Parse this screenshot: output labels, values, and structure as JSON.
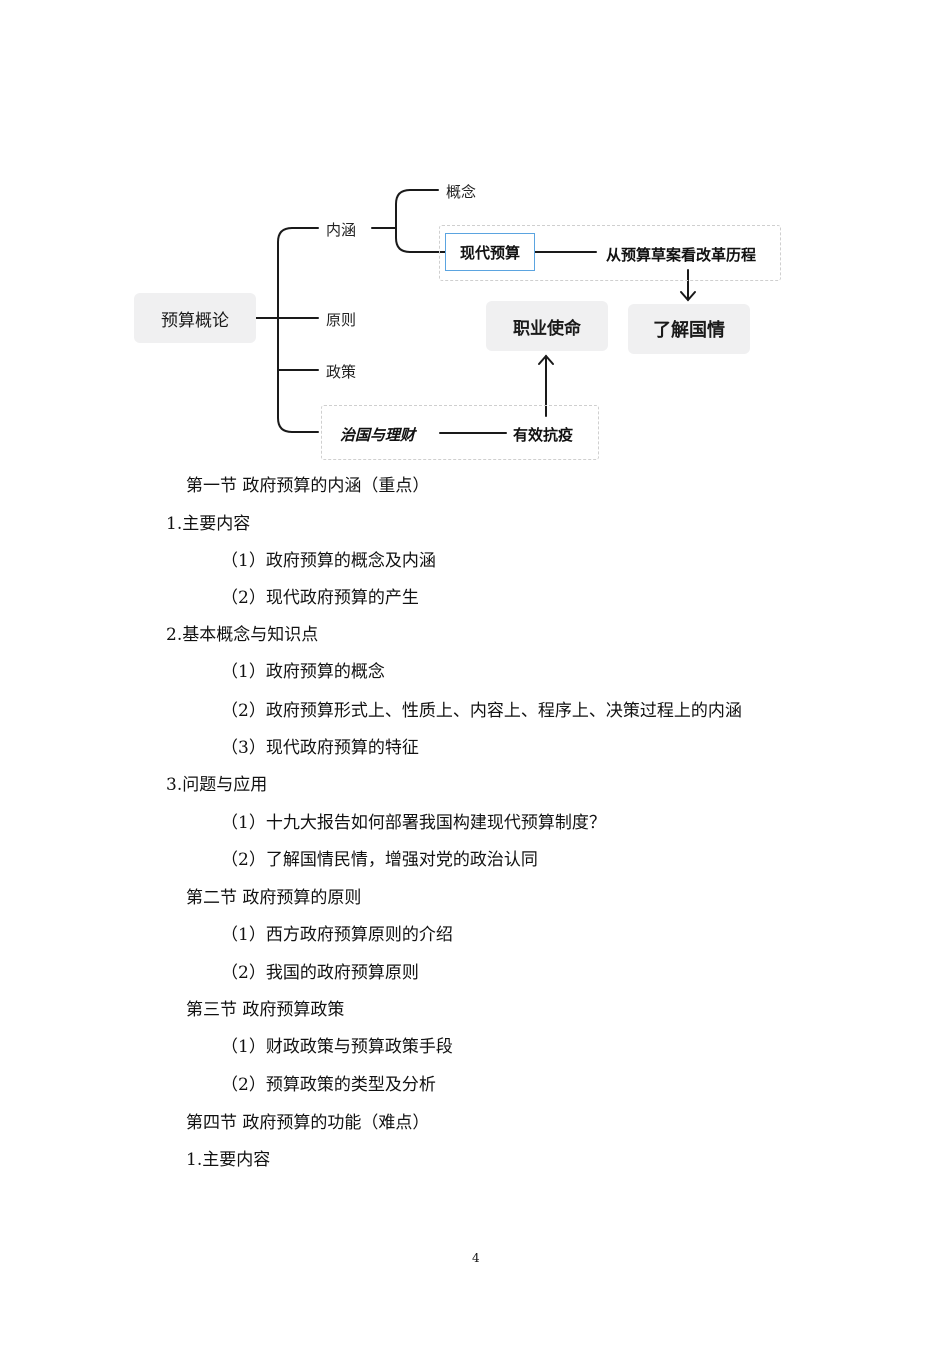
{
  "diagram": {
    "root": "预算概论",
    "branch_neihan": "内涵",
    "branch_yuanze": "原则",
    "branch_zhengce": "政策",
    "branch_zhiguo": "治国与理财",
    "gainian": "概念",
    "modern_budget": "现代预算",
    "reform_history": "从预算草案看改革历程",
    "know_country": "了解国情",
    "mission": "职业使命",
    "epidemic": "有效抗疫"
  },
  "content": {
    "lines": [
      "第一节  政府预算的内涵（重点）",
      "1.主要内容",
      "（1）政府预算的概念及内涵",
      "（2）现代政府预算的产生",
      "2.基本概念与知识点",
      "（1）政府预算的概念",
      "（2）政府预算形式上、性质上、内容上、程序上、决策过程上的内涵",
      "（3）现代政府预算的特征",
      "3.问题与应用",
      "（1）十九大报告如何部署我国构建现代预算制度？",
      "（2）了解国情民情，增强对党的政治认同",
      "第二节  政府预算的原则",
      "（1）西方政府预算原则的介绍",
      "（2）我国的政府预算原则",
      "第三节  政府预算政策",
      "（1）财政政策与预算政策手段",
      "（2）预算政策的类型及分析",
      "第四节  政府预算的功能（难点）",
      "1.主要内容"
    ]
  },
  "page_number": "4"
}
